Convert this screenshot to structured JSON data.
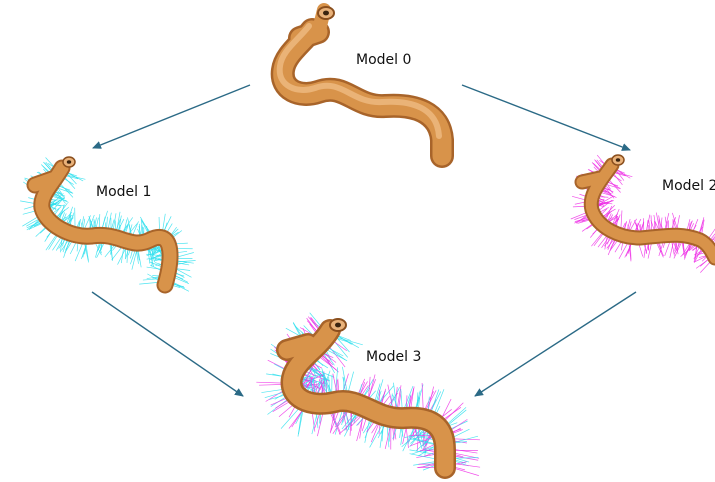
{
  "labels": {
    "model0": "Model 0",
    "model1": "Model 1",
    "model2": "Model 2",
    "model3": "Model 3"
  },
  "colors": {
    "tube": "#d8934a",
    "tube_light": "#f2c08a",
    "tube_dark": "#a8642a",
    "hair_cyan": "#2fe0ee",
    "hair_magenta": "#ee2ee6",
    "arrow": "#2b6a86"
  }
}
